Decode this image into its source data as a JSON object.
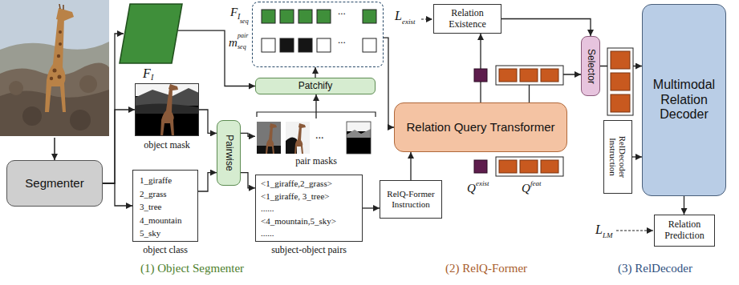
{
  "diagram": {
    "nodes": [
      {
        "text": [
          "Segmenter"
        ]
      },
      {
        "text": [
          "F",
          "I"
        ]
      },
      {
        "text": [
          "object mask"
        ]
      },
      {
        "text": [
          "1_giraffe",
          "2_grass",
          "3_tree",
          "4_mountain",
          "5_sky",
          "object class"
        ]
      },
      {
        "text": [
          "Pairwise"
        ]
      },
      {
        "text": [
          "pair masks"
        ]
      },
      {
        "text": [
          "<1_giraffe,2_grass>",
          "<1_giraffe, 3_tree>",
          "......",
          "<4_mountain,5_sky>",
          "......",
          "subject-object pairs"
        ]
      },
      {
        "text": [
          "Patchify"
        ]
      },
      {
        "text": [
          "...",
          "..."
        ]
      },
      {
        "text": [
          "RelQ-Former Instruction"
        ]
      },
      {
        "text": [
          "Relation Query Transformer"
        ]
      },
      {
        "text": [
          "Relation Existence"
        ]
      },
      {
        "text": [
          "Selector"
        ]
      },
      {
        "text": [
          "RelDecoder Instruction"
        ]
      },
      {
        "text": [
          "Multimodal Relation Decoder"
        ]
      },
      {
        "text": [
          "Relation Prediction"
        ]
      }
    ],
    "edges": [
      {
        "from": 0,
        "to": 1,
        "arrow": "to"
      },
      {
        "from": 0,
        "to": 2,
        "arrow": "to"
      },
      {
        "from": 0,
        "to": 3,
        "arrow": "to"
      },
      {
        "from": 2,
        "to": 4,
        "arrow": "to"
      },
      {
        "from": 3,
        "to": 4,
        "arrow": "to"
      },
      {
        "from": 4,
        "to": 5,
        "arrow": "to"
      },
      {
        "from": 4,
        "to": 6,
        "arrow": "to"
      },
      {
        "from": 1,
        "to": 7,
        "arrow": "to"
      },
      {
        "from": 5,
        "to": 7,
        "arrow": "to"
      },
      {
        "from": 7,
        "to": 8,
        "arrow": "to"
      },
      {
        "from": 8,
        "to": 10,
        "arrow": "to"
      },
      {
        "from": 6,
        "to": 9,
        "arrow": "to"
      },
      {
        "from": 9,
        "to": 10,
        "arrow": "to"
      },
      {
        "from": 10,
        "to": 11,
        "arrow": "to"
      },
      {
        "from": 10,
        "to": 12,
        "arrow": "to"
      },
      {
        "from": 11,
        "to": 12,
        "arrow": "to"
      },
      {
        "from": 12,
        "to": 14,
        "arrow": "to"
      },
      {
        "from": 13,
        "to": 14,
        "arrow": "to"
      },
      {
        "from": 14,
        "to": 15,
        "arrow": "to"
      }
    ],
    "labels": [
      "F",
      "I",
      "seq",
      "m",
      "pair",
      "seq",
      "...",
      "L",
      "exist",
      "Q",
      "exist",
      "Q",
      "feat",
      "L",
      "LM",
      "(1) Object Segmenter",
      "(2) RelQ-Former",
      "(3) RelDecoder"
    ]
  }
}
